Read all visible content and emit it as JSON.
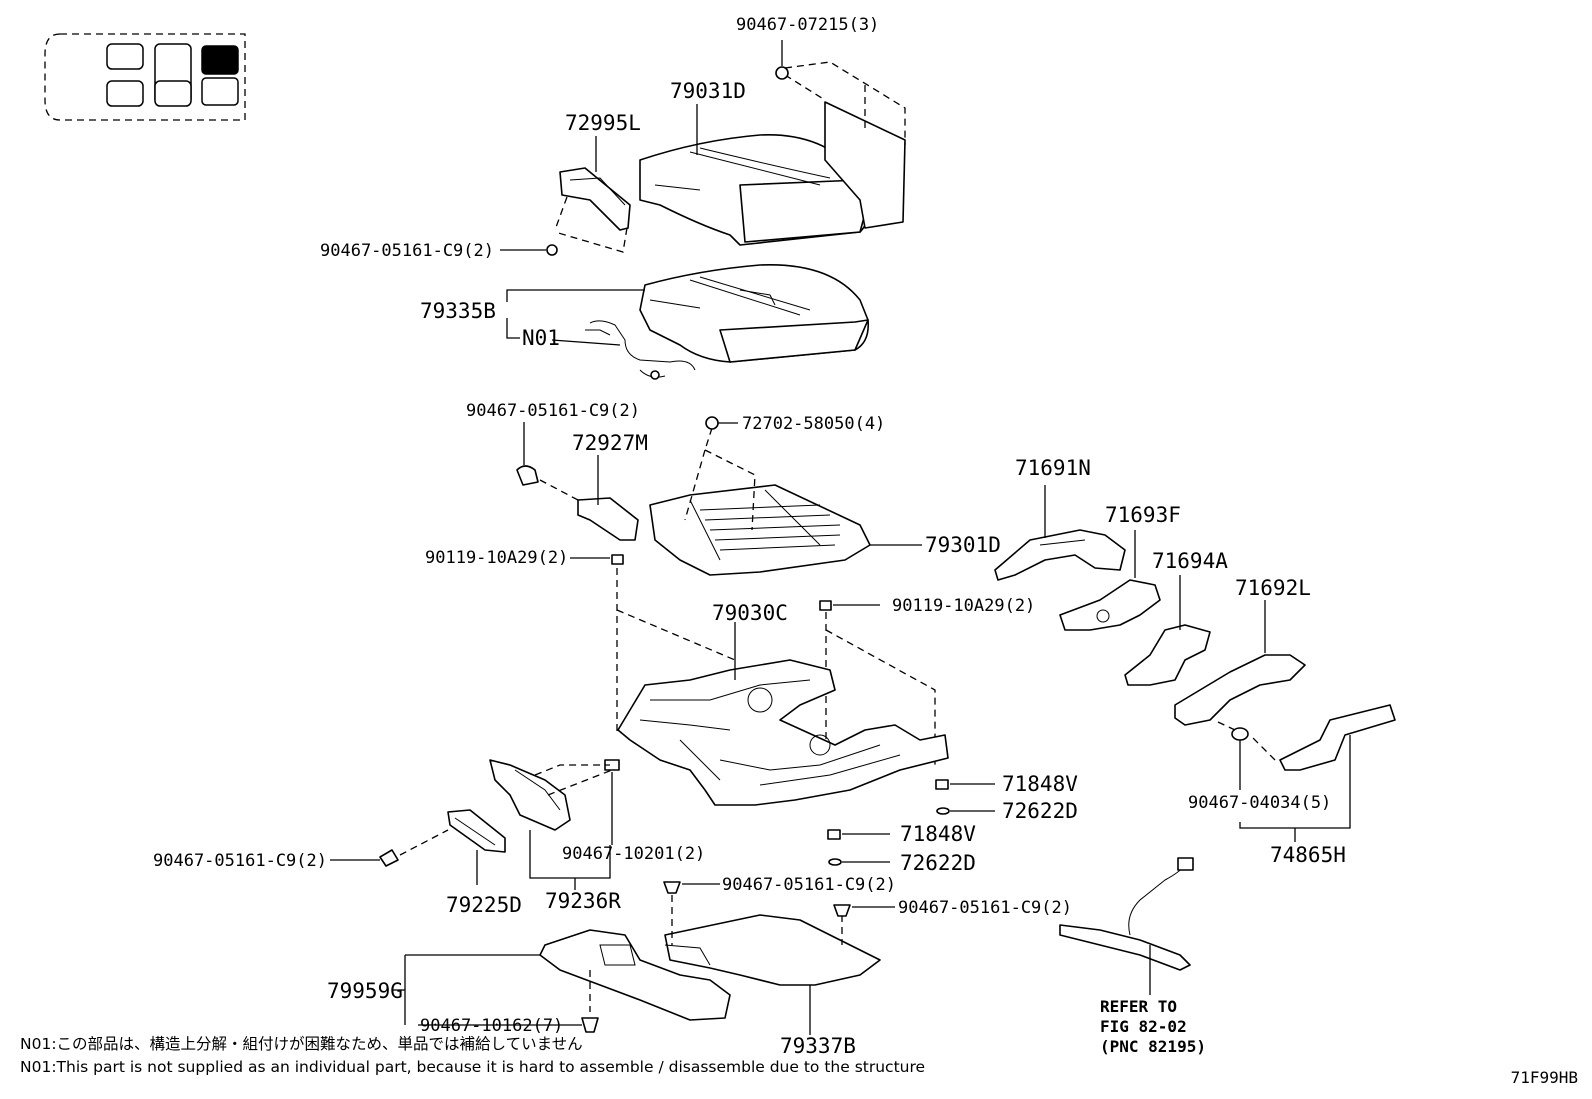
{
  "labels": {
    "l_90467_07215": "90467-07215(3)",
    "l_79031D": "79031D",
    "l_72995L": "72995L",
    "l_90467_05161_a": "90467-05161-C9(2)",
    "l_79335B": "79335B",
    "l_N01": "N01",
    "l_90467_05161_b": "90467-05161-C9(2)",
    "l_72702": "72702-58050(4)",
    "l_72927M": "72927M",
    "l_79301D": "79301D",
    "l_90119_a": "90119-10A29(2)",
    "l_90119_b": "90119-10A29(2)",
    "l_79030C": "79030C",
    "l_71691N": "71691N",
    "l_71693F": "71693F",
    "l_71694A": "71694A",
    "l_71692L": "71692L",
    "l_71848V_a": "71848V",
    "l_72622D_a": "72622D",
    "l_71848V_b": "71848V",
    "l_72622D_b": "72622D",
    "l_90467_04034": "90467-04034(5)",
    "l_74865H": "74865H",
    "l_90467_05161_c": "90467-05161-C9(2)",
    "l_90467_10201": "90467-10201(2)",
    "l_79225D": "79225D",
    "l_79236R": "79236R",
    "l_90467_05161_d": "90467-05161-C9(2)",
    "l_90467_05161_e": "90467-05161-C9(2)",
    "l_79959G": "79959G",
    "l_90467_10162": "90467-10162(7)",
    "l_79337B": "79337B",
    "ref_1": "REFER TO",
    "ref_2": "FIG 82-02",
    "ref_3": "(PNC 82195)"
  },
  "notes": {
    "ja": "N01:この部品は、構造上分解・組付けが困難なため、単品では補給していません",
    "en": "N01:This part is not supplied as an individual part, because it is hard to assemble / disassemble due to the structure"
  },
  "figure_code": "71F99HB",
  "seat_locator": {
    "highlighted": "front-right"
  }
}
